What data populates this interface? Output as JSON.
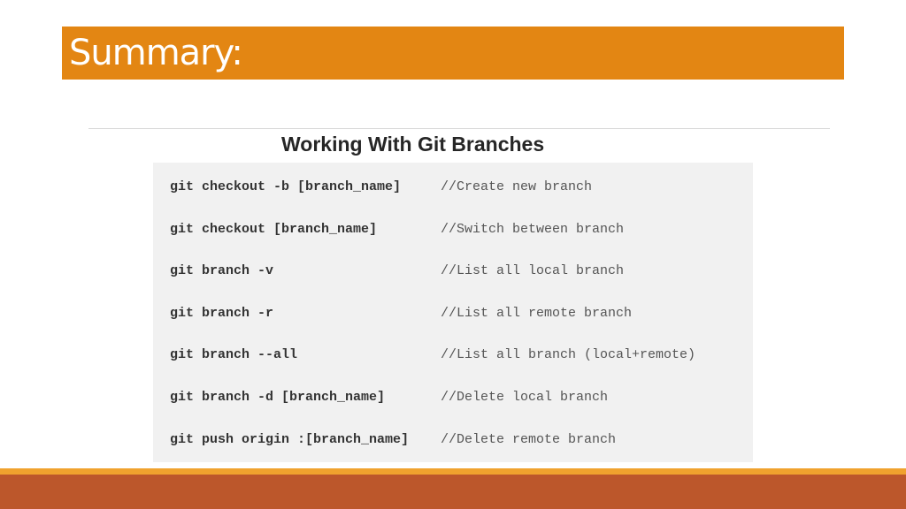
{
  "slide": {
    "title": "Summary:",
    "heading": "Working With Git Branches",
    "colors": {
      "title_bar": "#e38613",
      "accent_bottom": "#bc572b",
      "accent_bottom_top": "#f0a22e"
    }
  },
  "commands": [
    {
      "command": "git checkout -b [branch_name]",
      "comment": "//Create new branch"
    },
    {
      "command": "git checkout [branch_name]",
      "comment": "//Switch between branch"
    },
    {
      "command": "git branch -v",
      "comment": "//List all local branch"
    },
    {
      "command": "git branch -r",
      "comment": "//List all remote branch"
    },
    {
      "command": "git branch --all",
      "comment": "//List all branch (local+remote)"
    },
    {
      "command": "git branch -d [branch_name]",
      "comment": "//Delete local branch"
    },
    {
      "command": "git push origin :[branch_name]",
      "comment": "//Delete remote branch"
    }
  ]
}
